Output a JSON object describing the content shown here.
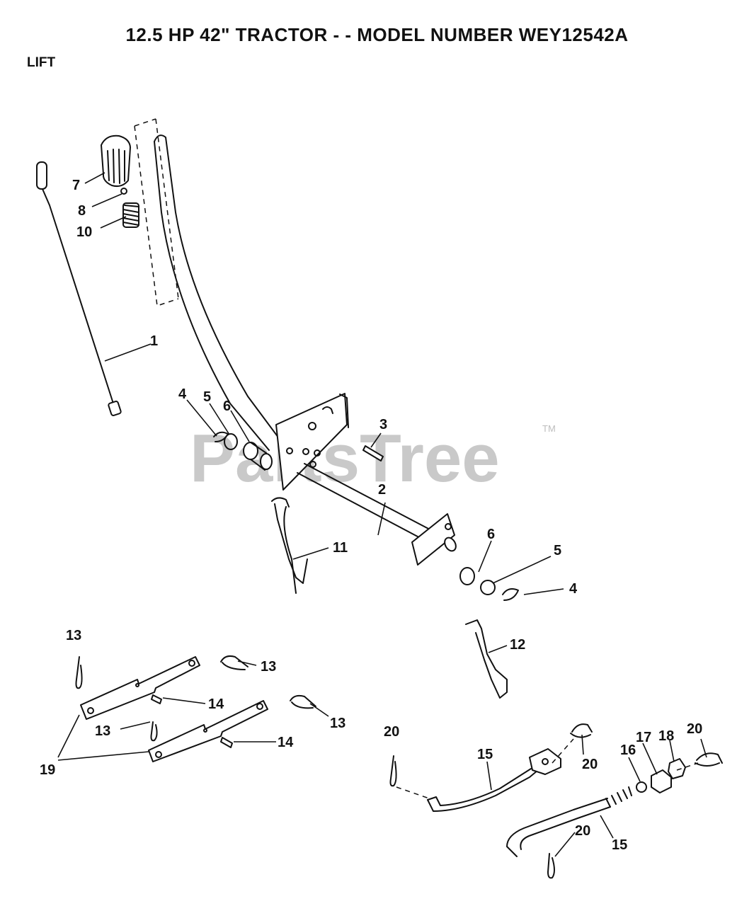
{
  "title": "12.5 HP 42\"  TRACTOR - - MODEL NUMBER WEY12542A",
  "section": "LIFT",
  "watermark": "PartsTree",
  "trademark": "TM",
  "callouts": {
    "c1": "1",
    "c2": "2",
    "c3": "3",
    "c4a": "4",
    "c4b": "4",
    "c5a": "5",
    "c5b": "5",
    "c6a": "6",
    "c6b": "6",
    "c7": "7",
    "c8": "8",
    "c10": "10",
    "c11": "11",
    "c12": "12",
    "c13a": "13",
    "c13b": "13",
    "c13c": "13",
    "c13d": "13",
    "c14a": "14",
    "c14b": "14",
    "c15a": "15",
    "c15b": "15",
    "c16": "16",
    "c17": "17",
    "c18": "18",
    "c19": "19",
    "c20a": "20",
    "c20b": "20",
    "c20c": "20",
    "c20d": "20"
  }
}
